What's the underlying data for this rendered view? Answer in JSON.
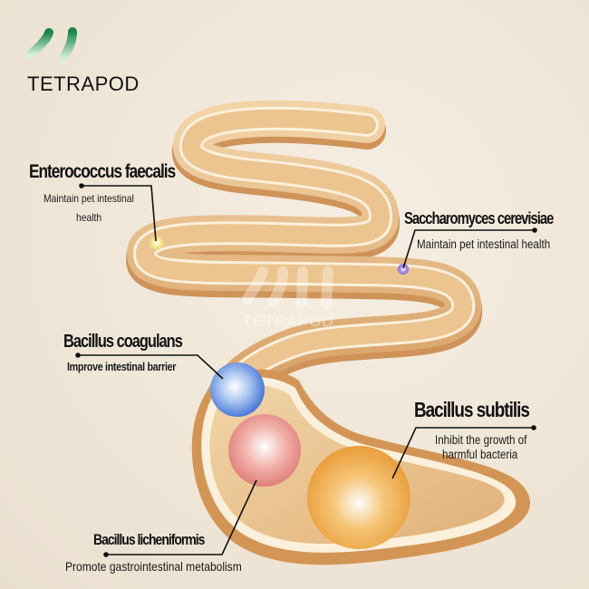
{
  "brand": {
    "name": "TETRAPOD",
    "logo_icon": "four-green-strokes-icon",
    "logo_color": "#1f8a4c"
  },
  "watermark": {
    "text": "TETRAPOD"
  },
  "background_color": "#efe6d8",
  "intestine_color": "#e0b47c",
  "labels": [
    {
      "id": "enterococcus",
      "title": "Enterococcus faecalis",
      "description_line1": "Maintain pet intestinal",
      "description_line2": "health",
      "marker_color": "#f7e98a"
    },
    {
      "id": "saccharomyces",
      "title": "Saccharomyces cerevisiae",
      "description_line1": "Maintain pet intestinal health",
      "marker_color": "#a88ad8"
    },
    {
      "id": "coagulans",
      "title": "Bacillus coagulans",
      "description_line1": "Improve intestinal barrier",
      "marker_color": "#6a98e0"
    },
    {
      "id": "subtilis",
      "title": "Bacillus subtilis",
      "description_line1": "Inhibit the growth of",
      "description_line2": "harmful bacteria",
      "marker_color": "#f0b04a"
    },
    {
      "id": "licheniformis",
      "title": "Bacillus licheniformis",
      "description_line1": "Promote gastrointestinal metabolism",
      "marker_color": "#ec9a96"
    }
  ]
}
